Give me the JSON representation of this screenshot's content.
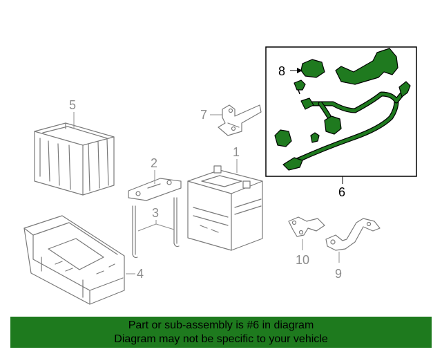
{
  "callouts": {
    "c1": "1",
    "c2": "2",
    "c3": "3",
    "c4": "4",
    "c5": "5",
    "c6": "6",
    "c7": "7",
    "c8": "8",
    "c9": "9",
    "c10": "10"
  },
  "highlighted_part": "6",
  "colors": {
    "highlight_fill": "#1f7a1f",
    "banner_bg": "#1e7a1e",
    "part_stroke": "#7a7a7a",
    "label_gray": "#8c8c8c"
  },
  "banner": {
    "line1": "Part or sub-assembly is #6 in diagram",
    "line2": "Diagram may not be specific to your vehicle"
  }
}
